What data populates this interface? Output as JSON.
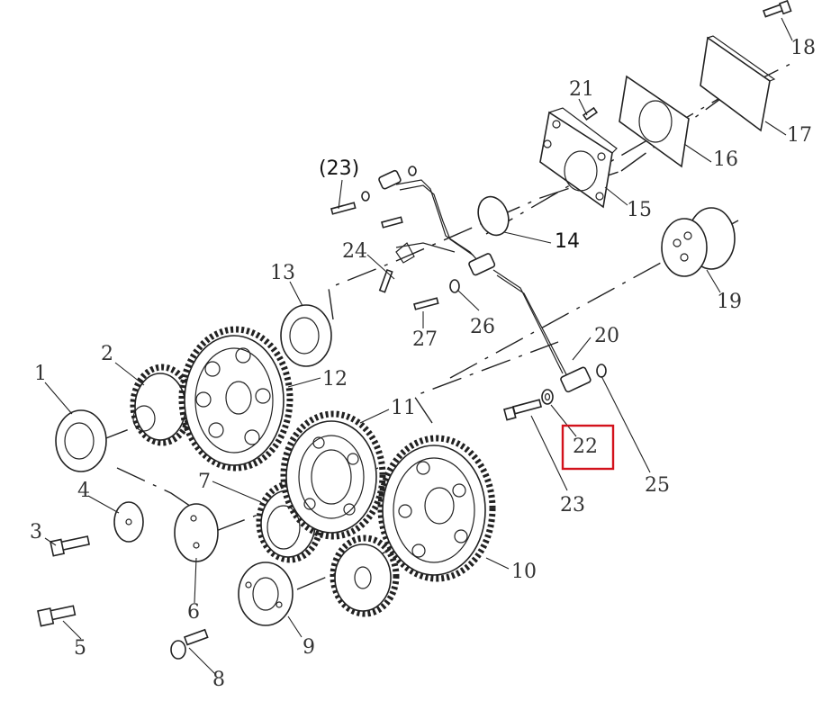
{
  "callouts": {
    "c1": "1",
    "c2": "2",
    "c3": "3",
    "c4": "4",
    "c5": "5",
    "c6": "6",
    "c7": "7",
    "c8": "8",
    "c9": "9",
    "c10": "10",
    "c11": "11",
    "c12": "12",
    "c13": "13",
    "c14": "14",
    "c15": "15",
    "c16": "16",
    "c17": "17",
    "c18": "18",
    "c19": "19",
    "c20": "20",
    "c21": "21",
    "c22": "22",
    "c23a": "(23)",
    "c23b": "23",
    "c24": "24",
    "c25": "25",
    "c26": "26",
    "c27": "27"
  },
  "highlight": {
    "part": "22",
    "color": "#d3121c"
  }
}
